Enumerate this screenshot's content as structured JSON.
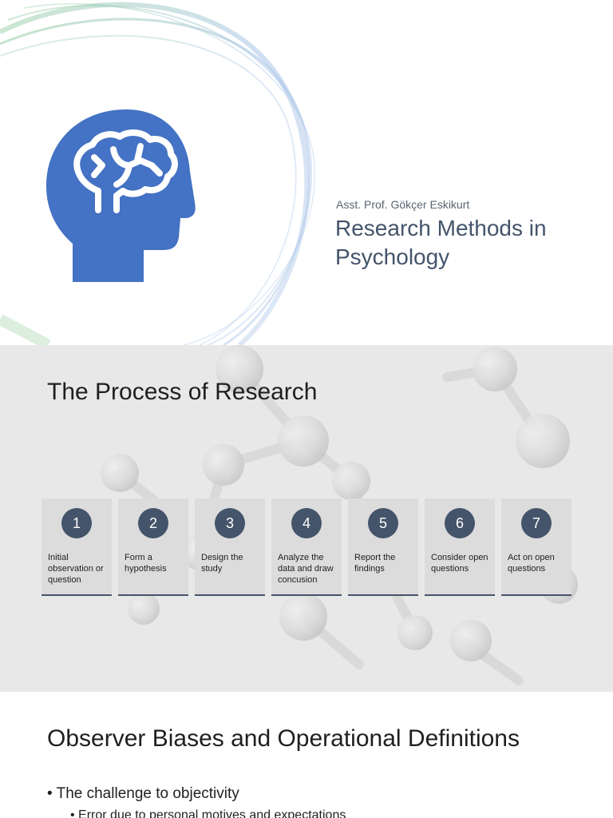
{
  "title_slide": {
    "author": "Asst. Prof. Gökçer Eskikurt",
    "title": "Research Methods in Psychology",
    "icon": "head-brain-icon",
    "accent_color": "#4472c4"
  },
  "process_slide": {
    "heading": "The Process of Research",
    "steps": [
      {
        "number": "1",
        "label": "Initial observation or question"
      },
      {
        "number": "2",
        "label": "Form a hypothesis"
      },
      {
        "number": "3",
        "label": "Design the study"
      },
      {
        "number": "4",
        "label": "Analyze the data and draw concusion"
      },
      {
        "number": "5",
        "label": "Report the findings"
      },
      {
        "number": "6",
        "label": "Consider open questions"
      },
      {
        "number": "7",
        "label": "Act on open questions"
      }
    ],
    "step_color": "#44546a"
  },
  "bias_slide": {
    "heading": "Observer Biases and Operational Definitions",
    "bullets": [
      {
        "text": "The challenge to objectivity"
      },
      {
        "text": "Error due to personal motives and expectations"
      }
    ]
  }
}
